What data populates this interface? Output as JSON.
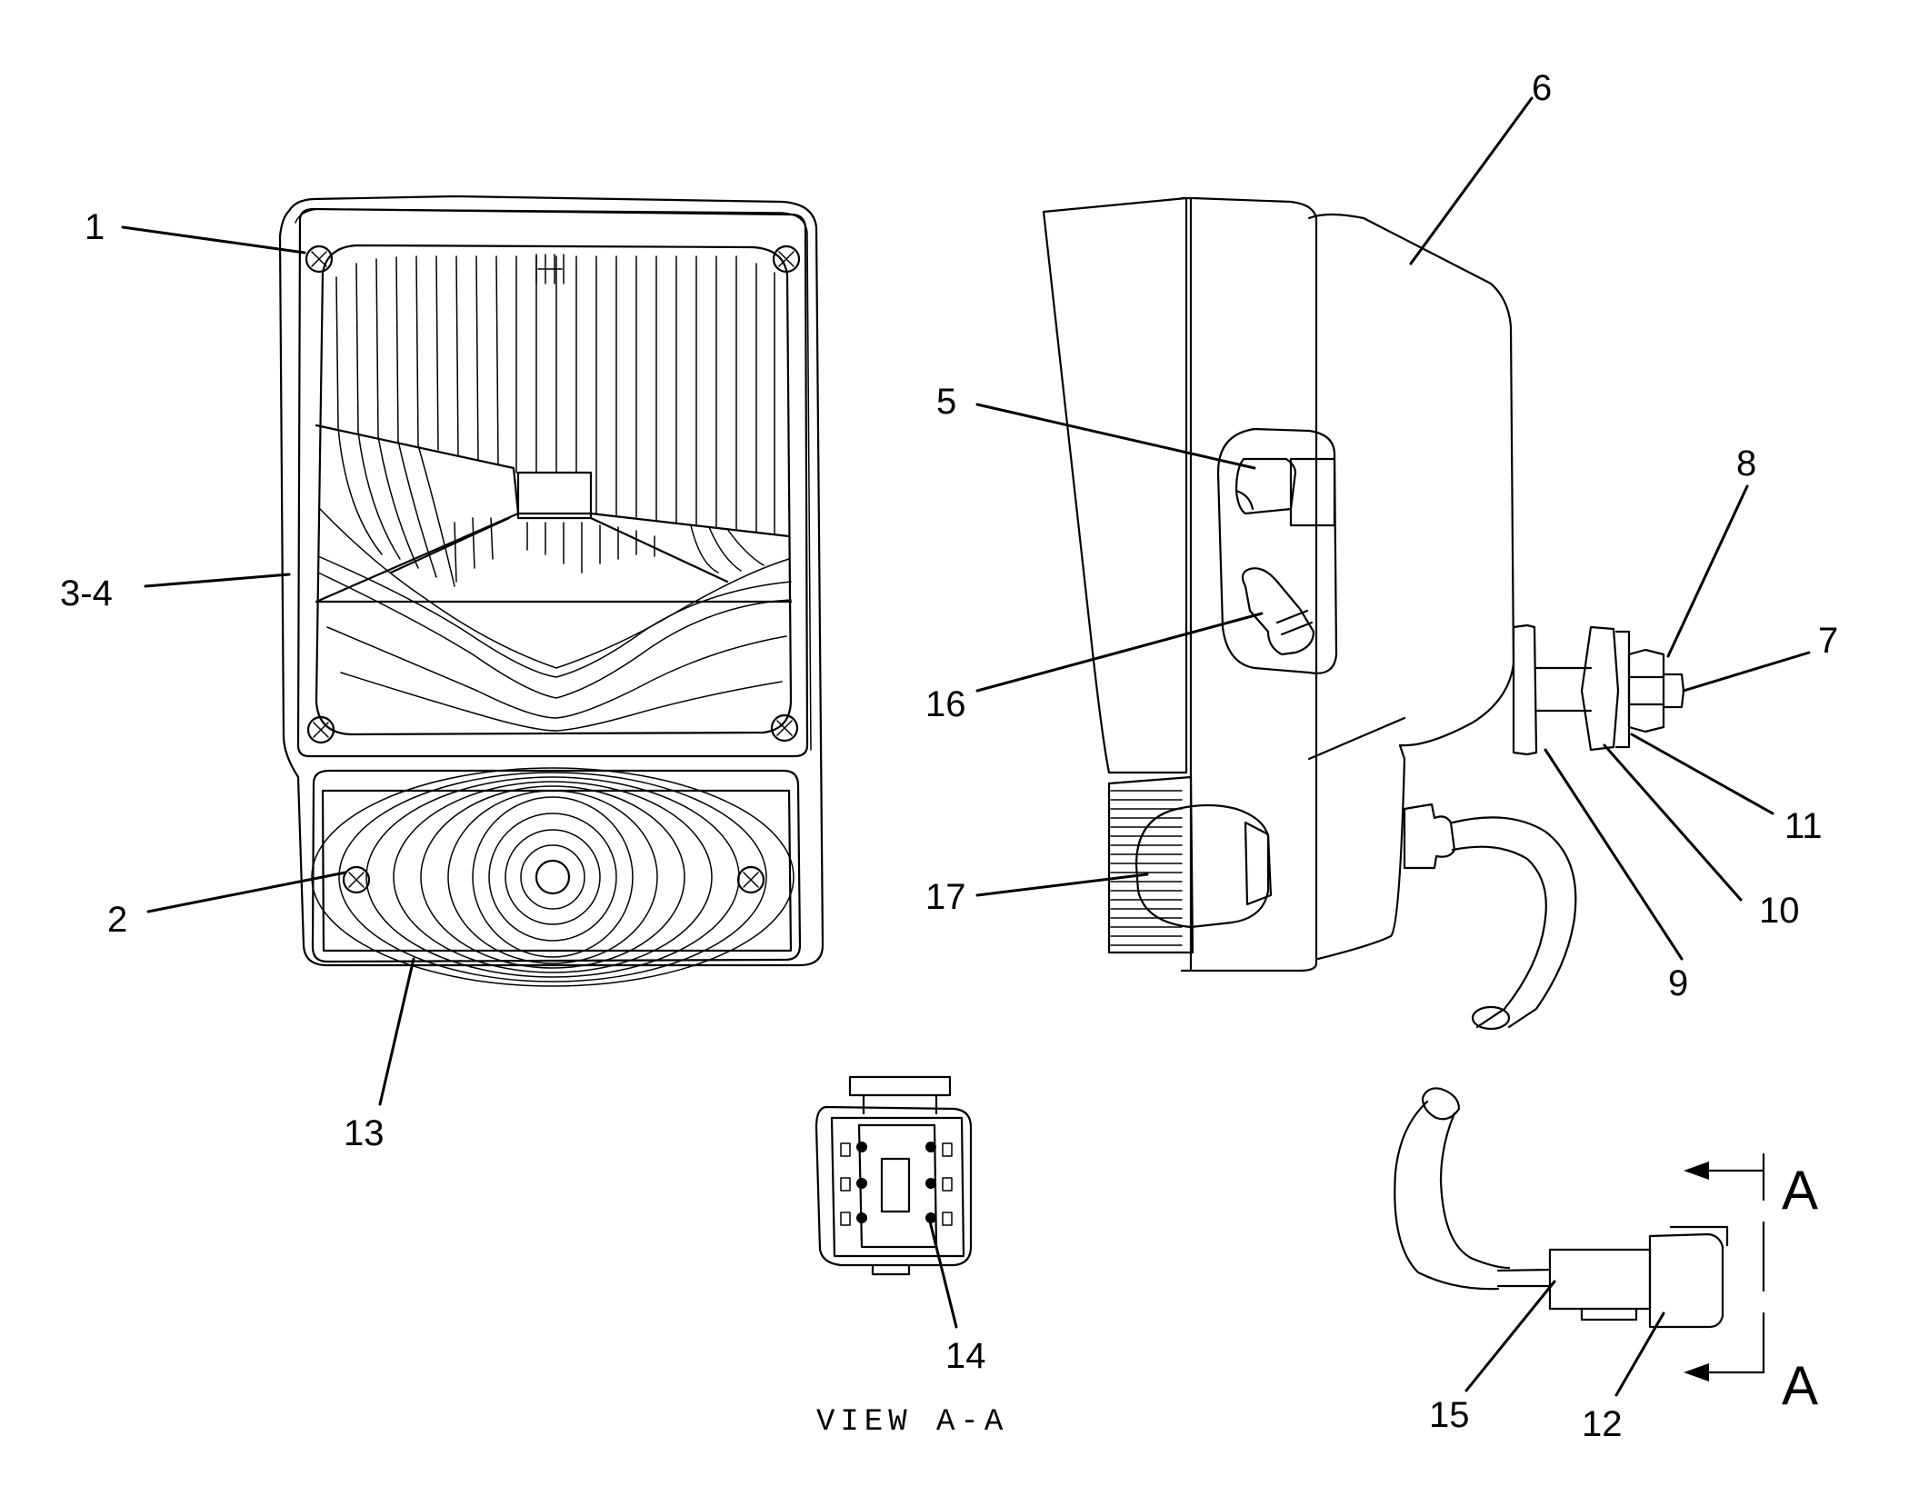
{
  "callouts": {
    "c1": "1",
    "c2": "2",
    "c3_4": "3-4",
    "c5": "5",
    "c6": "6",
    "c7": "7",
    "c8": "8",
    "c9": "9",
    "c10": "10",
    "c11": "11",
    "c12": "12",
    "c13": "13",
    "c14": "14",
    "c15": "15",
    "c16": "16",
    "c17": "17"
  },
  "view_label": "VIEW A-A",
  "section_marks": {
    "top": "A",
    "bottom": "A"
  }
}
